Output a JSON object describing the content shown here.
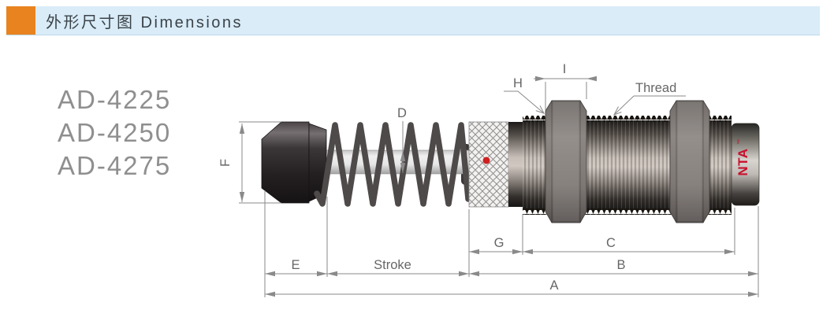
{
  "header": {
    "title": "外形尺寸图 Dimensions"
  },
  "models": [
    "AD-4225",
    "AD-4250",
    "AD-4275"
  ],
  "dimensions": {
    "f": "F",
    "d": "D",
    "h": "H",
    "i": "I",
    "thread": "Thread",
    "g": "G",
    "c": "C",
    "e": "E",
    "stroke": "Stroke",
    "b": "B",
    "a": "A"
  },
  "brand": {
    "name": "NTA",
    "tm": "™"
  },
  "colors": {
    "accent_orange": "#e8831f",
    "band_blue": "#d9ecf8",
    "title_text": "#3c4349",
    "model_text": "#8f8f8f",
    "dimension_line": "#8a8a8a",
    "dimension_text": "#666666",
    "brand_red": "#c8102e",
    "knurl_dot_red": "#cf1f1f"
  }
}
